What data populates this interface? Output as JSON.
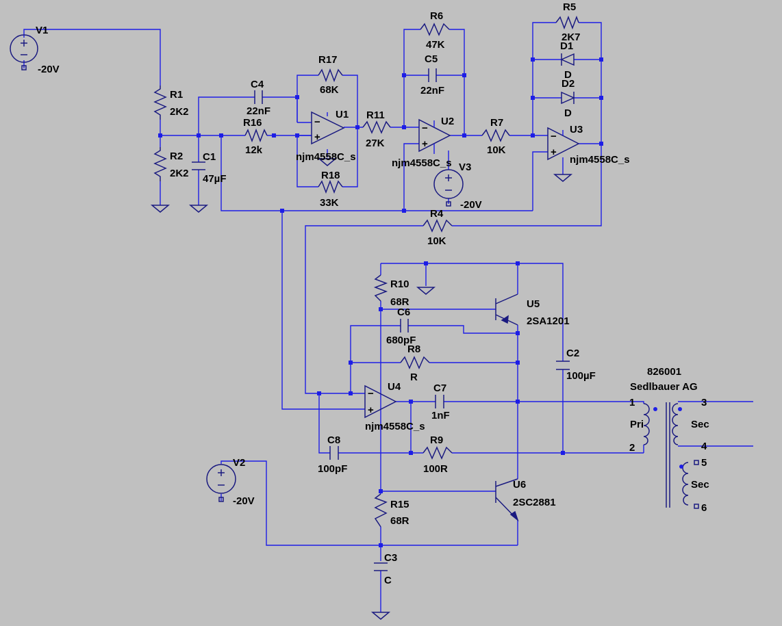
{
  "components": {
    "V1": {
      "ref": "V1",
      "value": "-20V"
    },
    "V2": {
      "ref": "V2",
      "value": "-20V"
    },
    "V3": {
      "ref": "V3",
      "value": "-20V"
    },
    "R1": {
      "ref": "R1",
      "value": "2K2"
    },
    "R2": {
      "ref": "R2",
      "value": "2K2"
    },
    "R4": {
      "ref": "R4",
      "value": "10K"
    },
    "R5": {
      "ref": "R5",
      "value": "2K7"
    },
    "R6": {
      "ref": "R6",
      "value": "47K"
    },
    "R7": {
      "ref": "R7",
      "value": "10K"
    },
    "R8": {
      "ref": "R8",
      "value": "R"
    },
    "R9": {
      "ref": "R9",
      "value": "100R"
    },
    "R10": {
      "ref": "R10",
      "value": "68R"
    },
    "R11": {
      "ref": "R11",
      "value": "27K"
    },
    "R15": {
      "ref": "R15",
      "value": "68R"
    },
    "R16": {
      "ref": "R16",
      "value": "12k"
    },
    "R17": {
      "ref": "R17",
      "value": "68K"
    },
    "R18": {
      "ref": "R18",
      "value": "33K"
    },
    "C1": {
      "ref": "C1",
      "value": "47µF"
    },
    "C2": {
      "ref": "C2",
      "value": "100µF"
    },
    "C3": {
      "ref": "C3",
      "value": "C"
    },
    "C4": {
      "ref": "C4",
      "value": "22nF"
    },
    "C5": {
      "ref": "C5",
      "value": "22nF"
    },
    "C6": {
      "ref": "C6",
      "value": "680pF"
    },
    "C7": {
      "ref": "C7",
      "value": "1nF"
    },
    "C8": {
      "ref": "C8",
      "value": "100pF"
    },
    "D1": {
      "ref": "D1",
      "value": "D"
    },
    "D2": {
      "ref": "D2",
      "value": "D"
    },
    "U1": {
      "ref": "U1",
      "value": "njm4558C_s"
    },
    "U2": {
      "ref": "U2",
      "value": "njm4558C_s"
    },
    "U3": {
      "ref": "U3",
      "value": "njm4558C_s"
    },
    "U4": {
      "ref": "U4",
      "value": "njm4558C_s"
    },
    "U5": {
      "ref": "U5",
      "value": "2SA1201"
    },
    "U6": {
      "ref": "U6",
      "value": "2SC2881"
    }
  },
  "transformer": {
    "part": "826001",
    "maker": "Sedlbauer AG",
    "primary": "Pri",
    "secondary1": "Sec",
    "secondary2": "Sec",
    "pins": [
      "1",
      "2",
      "3",
      "4",
      "5",
      "6"
    ]
  },
  "symbols": {
    "plus": "+",
    "minus": "−"
  }
}
